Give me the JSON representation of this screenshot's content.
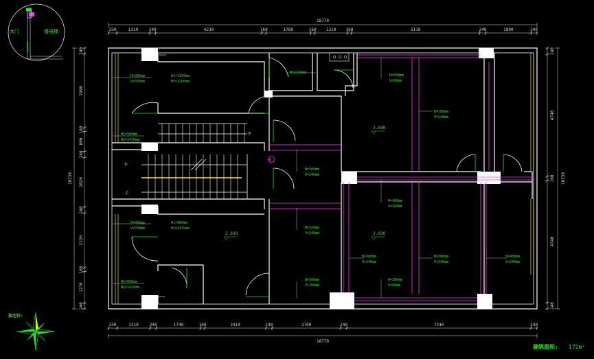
{
  "dims": {
    "top_total": "18770",
    "top": [
      "330",
      "1310",
      "240",
      "4230",
      "160",
      "1780",
      "160",
      "1310",
      "160",
      "5110",
      "240",
      "1800",
      "240"
    ],
    "bottom_total": "18770",
    "bottom": [
      "330",
      "1310",
      "240",
      "1740",
      "160",
      "2410",
      "240",
      "2700",
      "240",
      "7240",
      "240"
    ],
    "left_total": "10230",
    "left": [
      "240",
      "2990",
      "160",
      "800",
      "240",
      "2020",
      "240",
      "2220",
      "160",
      "1270",
      "240"
    ],
    "right_total": "10230",
    "right": [
      "240",
      "4740",
      "160",
      "4740",
      "240"
    ]
  },
  "notes": {
    "n1": [
      "H=380mm",
      "V=330mm"
    ],
    "n2": [
      "H1=1350mm",
      "H2=1200mm"
    ],
    "n3": [
      "H1=960mm",
      "H2=1470mm"
    ],
    "n4": [
      "H=2150mm"
    ],
    "n5": [
      "H=400mm",
      "V=80mm"
    ],
    "n6": [
      "H=380mm",
      "V=240mm"
    ],
    "n7": [
      "H=300mm",
      "V=240mm"
    ],
    "n8": [
      "H=480mm",
      "V=180mm"
    ],
    "n9": [
      "H=380mm",
      "V=330mm"
    ],
    "n10": [
      "H1=960mm",
      "H2=1470mm"
    ],
    "n11": [
      "H=320mm",
      "V=240mm"
    ],
    "n12": [
      "H=380mm",
      "V=240mm"
    ],
    "n13": [
      "H=380mm",
      "V=240mm"
    ],
    "n14": [
      "H=400mm",
      "V=240mm"
    ],
    "n15": [
      "H1=960mm",
      "H2=1470mm"
    ],
    "n16": [
      "H=580mm",
      "V=180mm"
    ],
    "n17": [
      "H=380mm",
      "V=80mm"
    ]
  },
  "levels": {
    "l1": "3.030",
    "l2": "3.030",
    "l3": "3.030"
  },
  "stair": {
    "down_top": "下",
    "down": "下",
    "up": "上"
  },
  "marker": "B",
  "keyplan": {
    "door_label": "大门",
    "elevator_label": "楼电梯"
  },
  "compass_label": "指北针:",
  "area_label": "建筑面积:",
  "area_value": "172m²",
  "colors": {
    "background": "#000000",
    "walls": "#ffffff",
    "dimension_lines": "#e8e8e8",
    "annotations": "#2fe02f",
    "beams": "#ff33ff",
    "windows": "#f2f200"
  }
}
